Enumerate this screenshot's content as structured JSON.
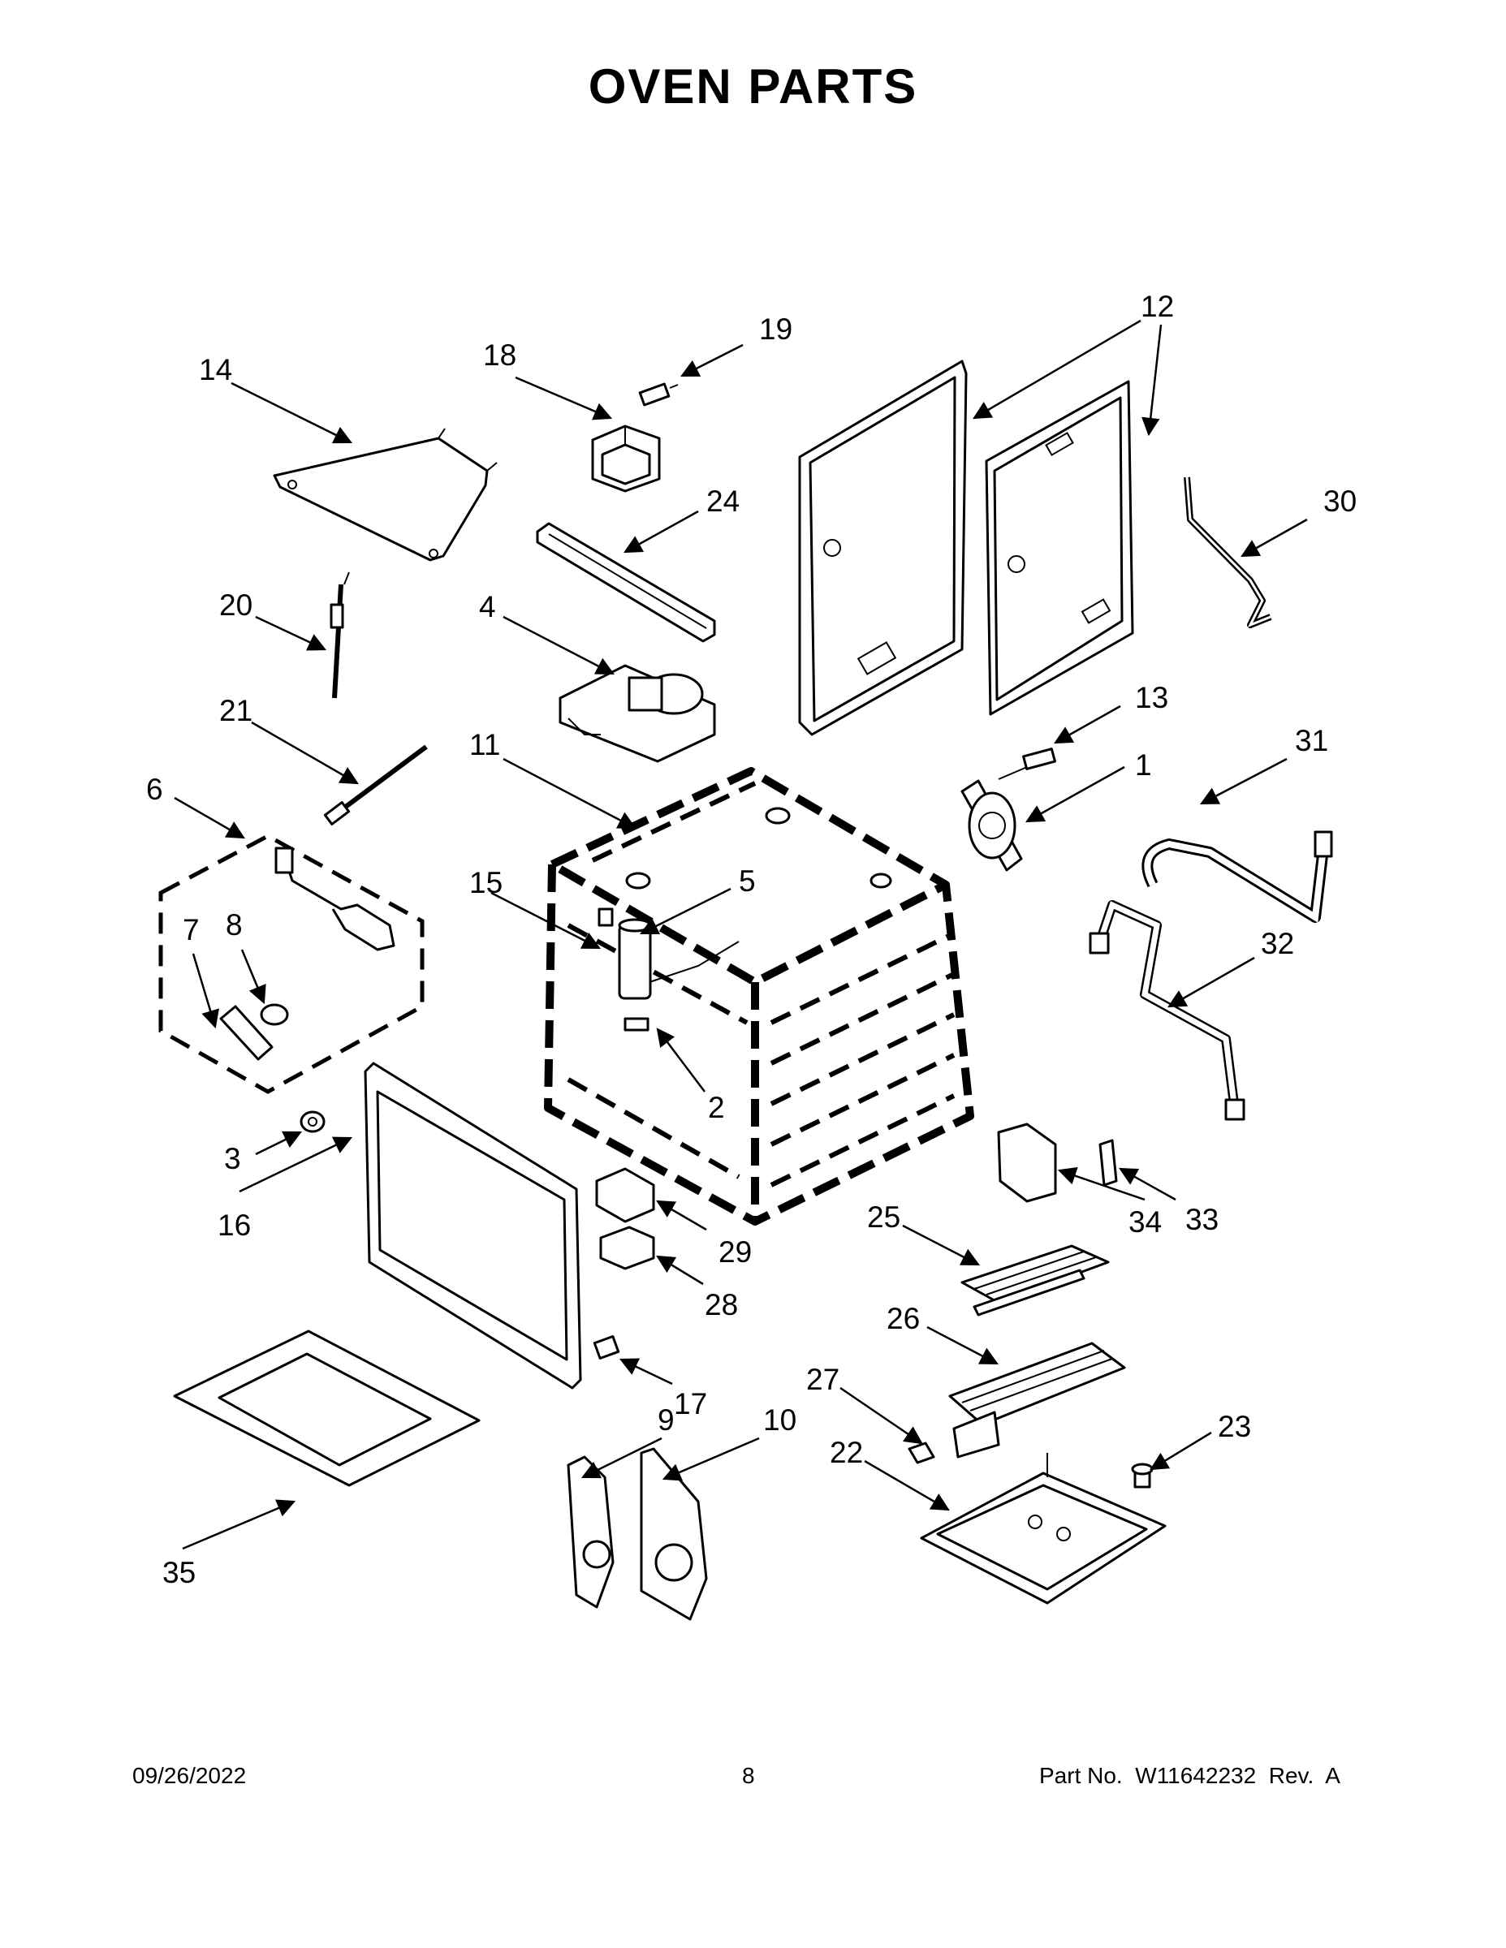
{
  "title": "OVEN PARTS",
  "footer": {
    "date": "09/26/2022",
    "page": "8",
    "part_no": "Part No.  W11642232  Rev.  A"
  },
  "callouts": [
    "1",
    "2",
    "3",
    "4",
    "5",
    "6",
    "7",
    "8",
    "9",
    "10",
    "11",
    "12",
    "13",
    "14",
    "15",
    "16",
    "17",
    "18",
    "19",
    "20",
    "21",
    "22",
    "23",
    "24",
    "25",
    "26",
    "27",
    "28",
    "29",
    "30",
    "31",
    "32",
    "33",
    "34",
    "35"
  ]
}
